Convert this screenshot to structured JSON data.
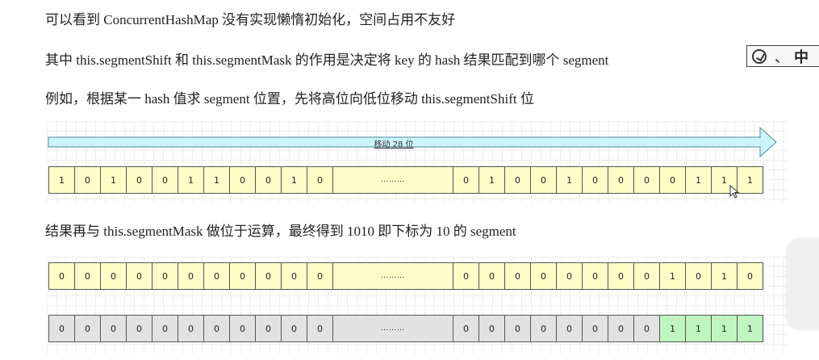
{
  "text": {
    "line1": "可以看到 ConcurrentHashMap 没有实现懒惰初始化，空间占用不友好",
    "line2": "其中 this.segmentShift 和 this.segmentMask 的作用是决定将 key 的 hash 结果匹配到哪个 segment",
    "line3": "例如，根据某一 hash 值求 segment 位置，先将高位向低位移动 this.segmentShift 位",
    "line4": "结果再与 this.segmentMask 做位于运算，最终得到 1010 即下标为 10 的 segment"
  },
  "ime": {
    "icon": "ime-circle-icon",
    "separator": "、",
    "mode": "中"
  },
  "arrow": {
    "label": "移动 28 位",
    "color": "#ccf4fb"
  },
  "ellipsis": "………",
  "rows": [
    {
      "name": "shifted-hash-row",
      "style": "yellow",
      "left": [
        "1",
        "0",
        "1",
        "0",
        "0",
        "1",
        "1",
        "0",
        "0",
        "1",
        "0"
      ],
      "right": [
        "0",
        "1",
        "0",
        "0",
        "1",
        "0",
        "0",
        "0",
        "0",
        "1",
        "1",
        "1"
      ]
    },
    {
      "name": "segment-mask-row",
      "style": "yellow",
      "left": [
        "0",
        "0",
        "0",
        "0",
        "0",
        "0",
        "0",
        "0",
        "0",
        "0",
        "0"
      ],
      "right": [
        "0",
        "0",
        "0",
        "0",
        "0",
        "0",
        "0",
        "0",
        "1",
        "0",
        "1",
        "0"
      ]
    },
    {
      "name": "and-result-row",
      "style": "gray",
      "left": [
        "0",
        "0",
        "0",
        "0",
        "0",
        "0",
        "0",
        "0",
        "0",
        "0",
        "0"
      ],
      "right": [
        "0",
        "0",
        "0",
        "0",
        "0",
        "0",
        "0",
        "0",
        "1",
        "1",
        "1",
        "1"
      ],
      "highlight_last": 4,
      "highlight_color": "#bff5bf"
    }
  ]
}
